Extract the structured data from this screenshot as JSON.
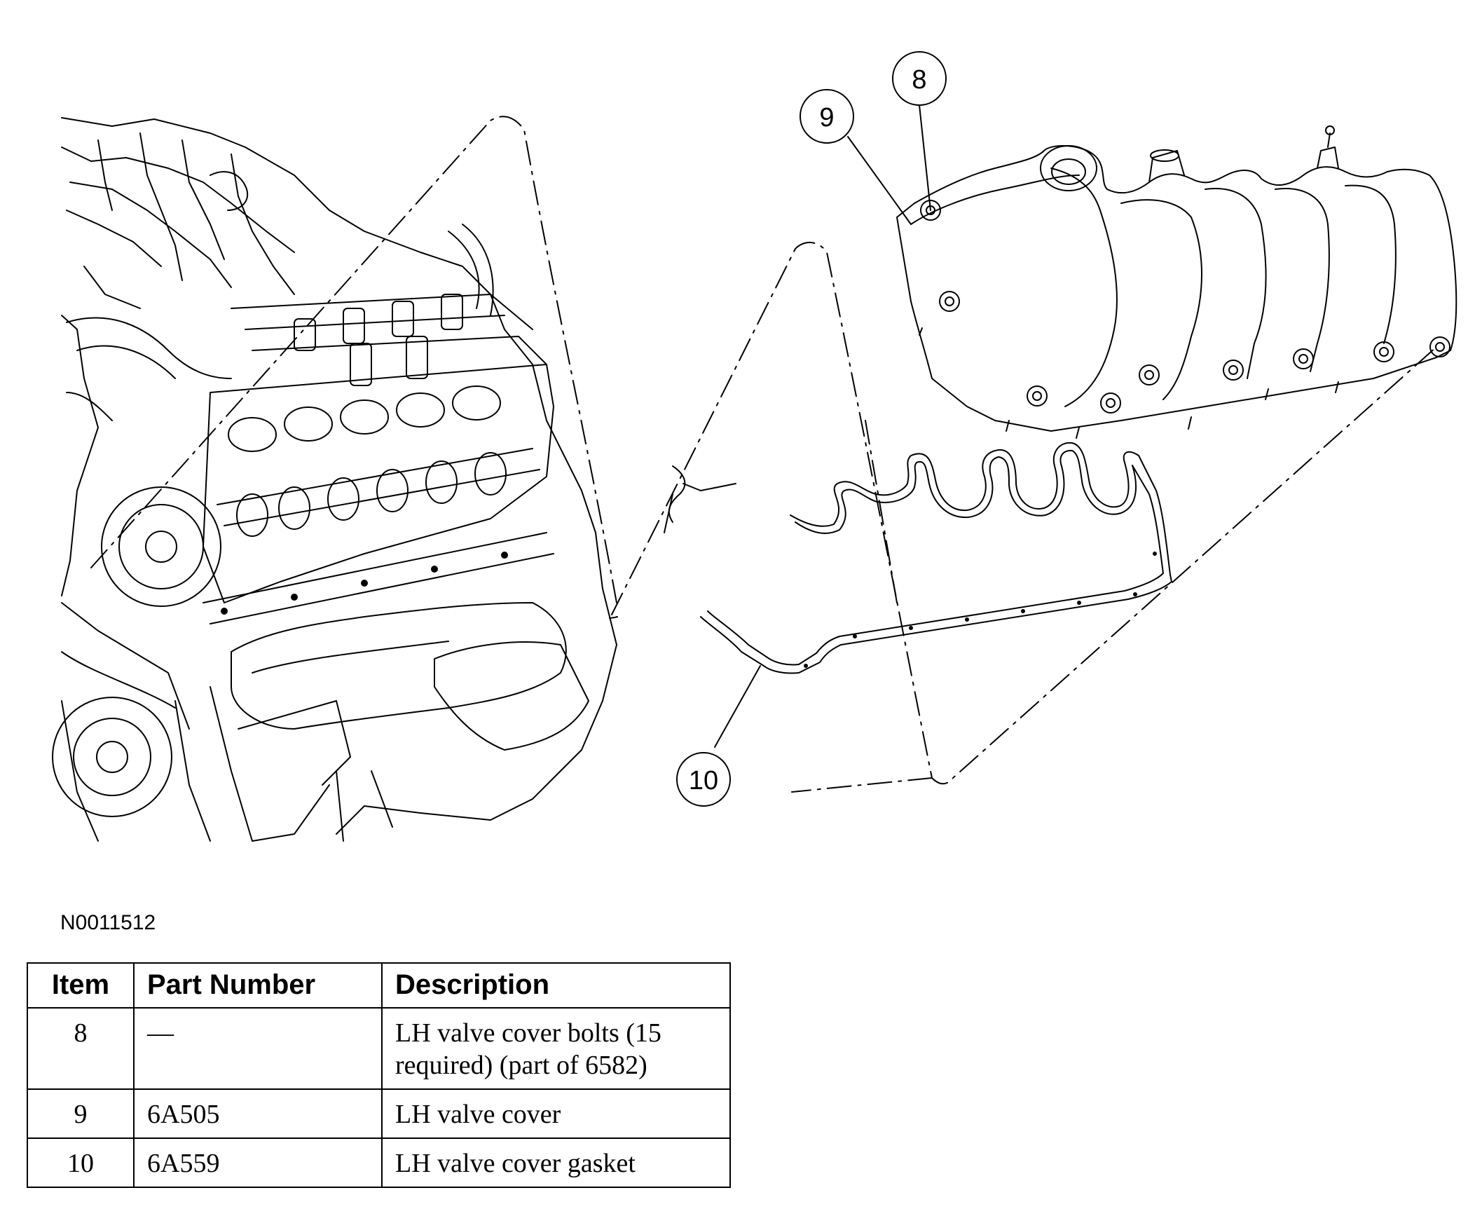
{
  "callouts": [
    {
      "id": "8",
      "label": "8"
    },
    {
      "id": "9",
      "label": "9"
    },
    {
      "id": "10",
      "label": "10"
    }
  ],
  "figure_id": "N0011512",
  "table": {
    "headers": {
      "item": "Item",
      "part_number": "Part Number",
      "description": "Description"
    },
    "rows": [
      {
        "item": "8",
        "part_number": "—",
        "description_line1": "LH valve cover bolts (15",
        "description_line2": "required) (part of 6582)"
      },
      {
        "item": "9",
        "part_number": "6A505",
        "description_line1": "LH valve cover",
        "description_line2": ""
      },
      {
        "item": "10",
        "part_number": "6A559",
        "description_line1": "LH valve cover gasket",
        "description_line2": ""
      }
    ]
  }
}
